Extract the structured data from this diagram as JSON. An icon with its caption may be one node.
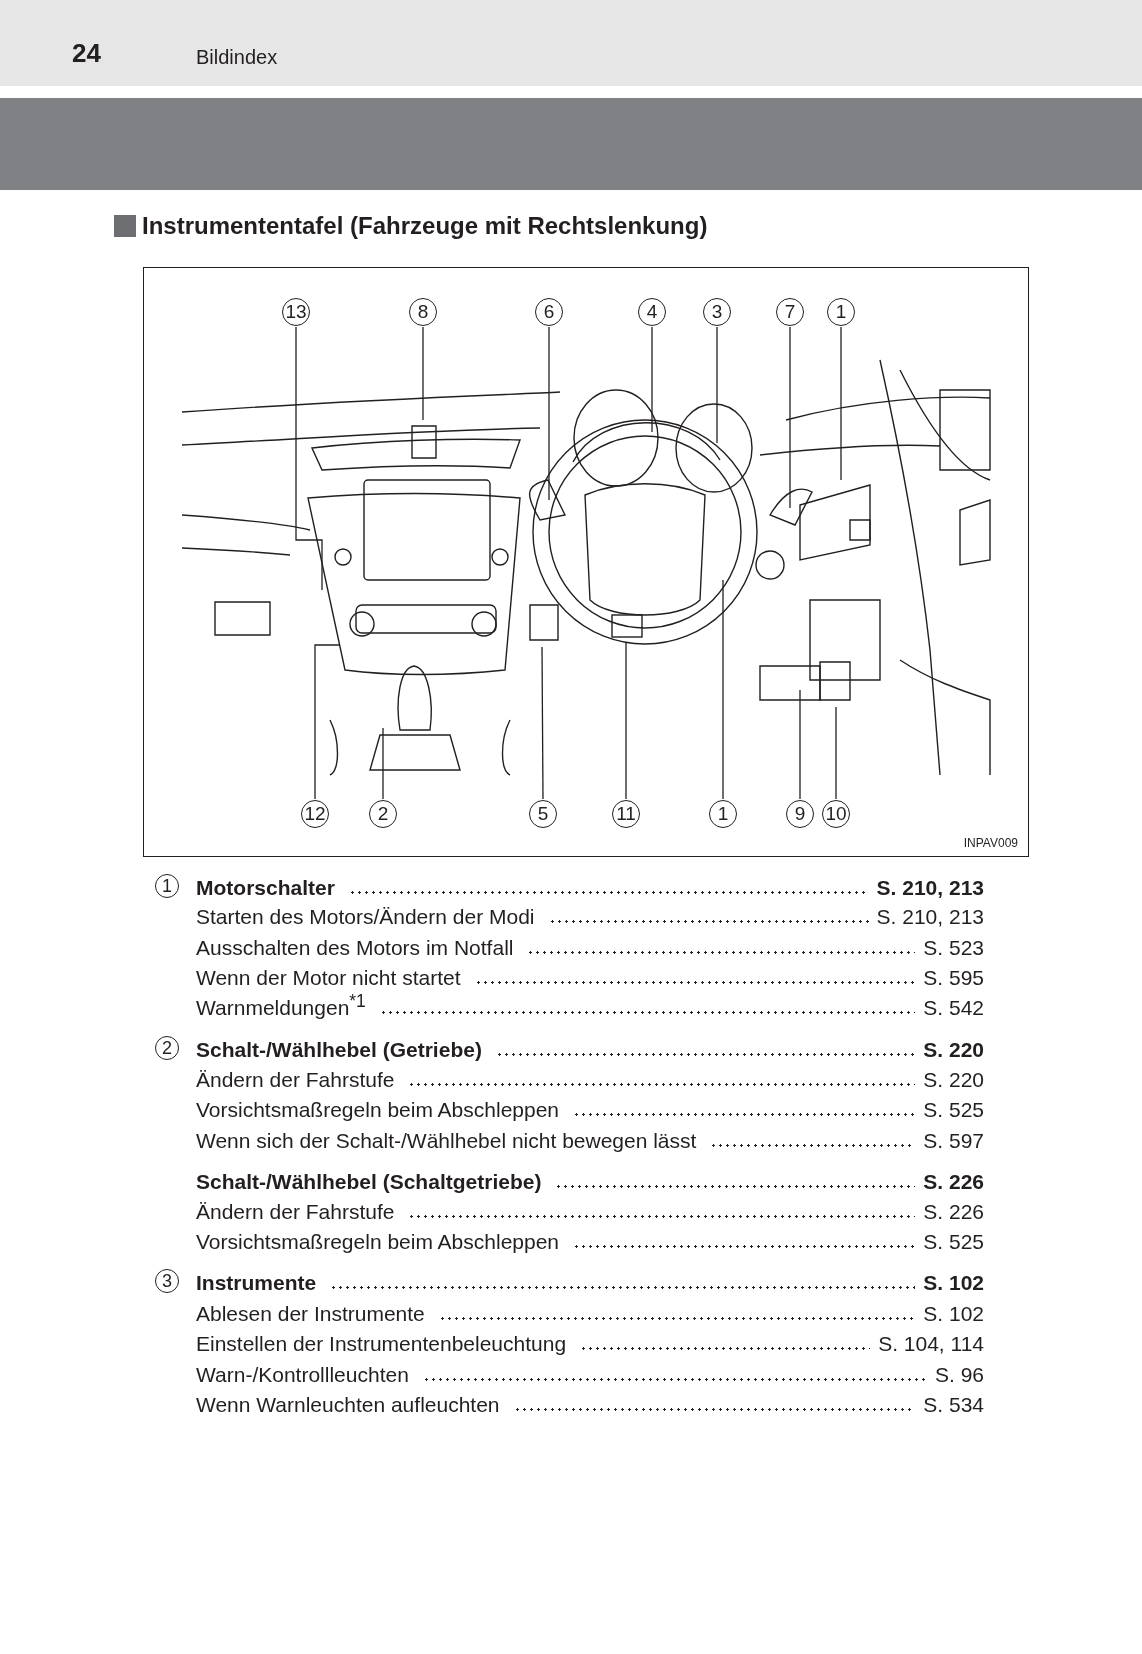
{
  "diagram": {
    "title": "Instrumententafel (Fahrzeuge mit Rechtslenkung)",
    "nodes": [
      {
        "text": [
          "13"
        ]
      },
      {
        "text": [
          "8"
        ]
      },
      {
        "text": [
          "6"
        ]
      },
      {
        "text": [
          "4"
        ]
      },
      {
        "text": [
          "3"
        ]
      },
      {
        "text": [
          "7"
        ]
      },
      {
        "text": [
          "1"
        ]
      },
      {
        "text": [
          "12"
        ]
      },
      {
        "text": [
          "2"
        ]
      },
      {
        "text": [
          "5"
        ]
      },
      {
        "text": [
          "11"
        ]
      },
      {
        "text": [
          "1"
        ]
      },
      {
        "text": [
          "9"
        ]
      },
      {
        "text": [
          "10"
        ]
      }
    ],
    "edges": [
      {
        "from": 0,
        "to": null,
        "arrow": "none"
      },
      {
        "from": 1,
        "to": null,
        "arrow": "none"
      },
      {
        "from": 2,
        "to": null,
        "arrow": "none"
      },
      {
        "from": 3,
        "to": null,
        "arrow": "none"
      },
      {
        "from": 4,
        "to": null,
        "arrow": "none"
      },
      {
        "from": 5,
        "to": null,
        "arrow": "none"
      },
      {
        "from": 6,
        "to": null,
        "arrow": "none"
      },
      {
        "from": 7,
        "to": null,
        "arrow": "none"
      },
      {
        "from": 8,
        "to": null,
        "arrow": "none"
      },
      {
        "from": 9,
        "to": null,
        "arrow": "none"
      },
      {
        "from": 10,
        "to": null,
        "arrow": "none"
      },
      {
        "from": 11,
        "to": null,
        "arrow": "none"
      },
      {
        "from": 12,
        "to": null,
        "arrow": "none"
      },
      {
        "from": 13,
        "to": null,
        "arrow": "none"
      }
    ],
    "labels": [
      "24",
      "Bildindex",
      "INPAV009",
      "1",
      "Motorschalter",
      "S. 210, 213",
      "Starten des Motors/Ändern der Modi",
      "S. 210, 213",
      "Ausschalten des Motors im Notfall",
      "S. 523",
      "Wenn der Motor nicht startet",
      "S. 595",
      "Warnmeldungen$^{*1}$",
      "S. 542",
      "2",
      "Schalt-/Wählhebel (Getriebe)",
      "S. 220",
      "Ändern der Fahrstufe",
      "S. 220",
      "Vorsichtsmaßregeln beim Abschleppen",
      "S. 525",
      "Wenn sich der Schalt-/Wählhebel nicht bewegen lässt",
      "S. 597",
      "Schalt-/Wählhebel (Schaltgetriebe)",
      "S. 226",
      "Ändern der Fahrstufe",
      "S. 226",
      "Vorsichtsmaßregeln beim Abschleppen",
      "S. 525",
      "3",
      "Instrumente",
      "S. 102",
      "Ablesen der Instrumente",
      "S. 102",
      "Einstellen der Instrumentenbeleuchtung",
      "S. 104, 114",
      "Warn-/Kontrollleuchten",
      "S. 96",
      "Wenn Warnleuchten aufleuchten",
      "S. 534"
    ]
  }
}
